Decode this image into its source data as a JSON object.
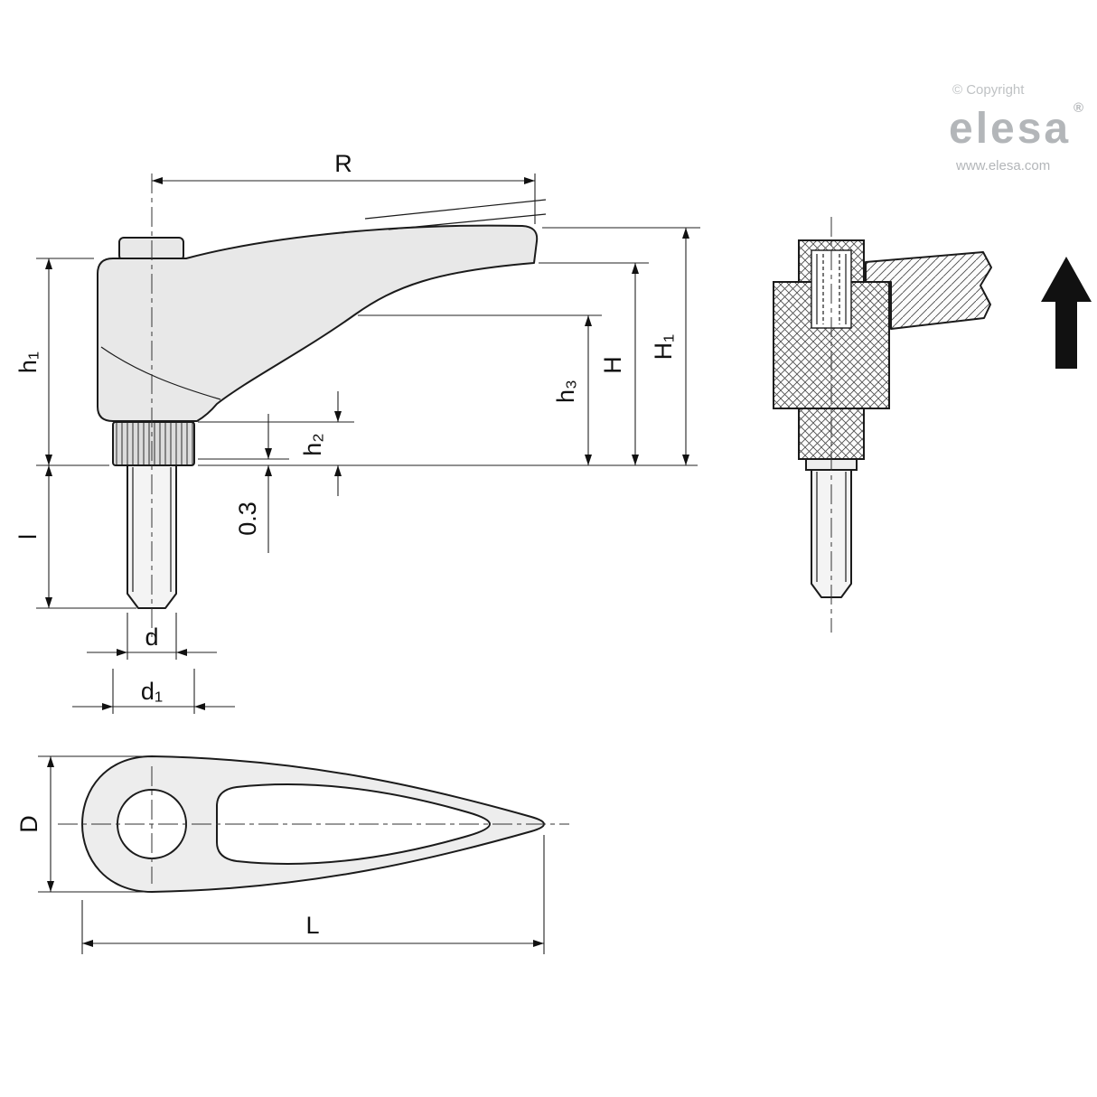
{
  "branding": {
    "copyright": "© Copyright",
    "logo_text": "elesa",
    "registered_mark": "®",
    "website": "www.elesa.com",
    "logo_color": "#b3b6b9",
    "copyright_color": "#bfc2c4"
  },
  "dimensions": {
    "R": "R",
    "h1": "h₁",
    "l": "l",
    "h2": "h₂",
    "h3": "h₃",
    "H": "H",
    "H1": "H₁",
    "gap": "0.3",
    "d": "d",
    "d1": "d₁",
    "D": "D",
    "L": "L"
  },
  "colors": {
    "line": "#1b1b1b",
    "body_fill": "#e8e8e8",
    "direction_arrow": "#111111"
  }
}
